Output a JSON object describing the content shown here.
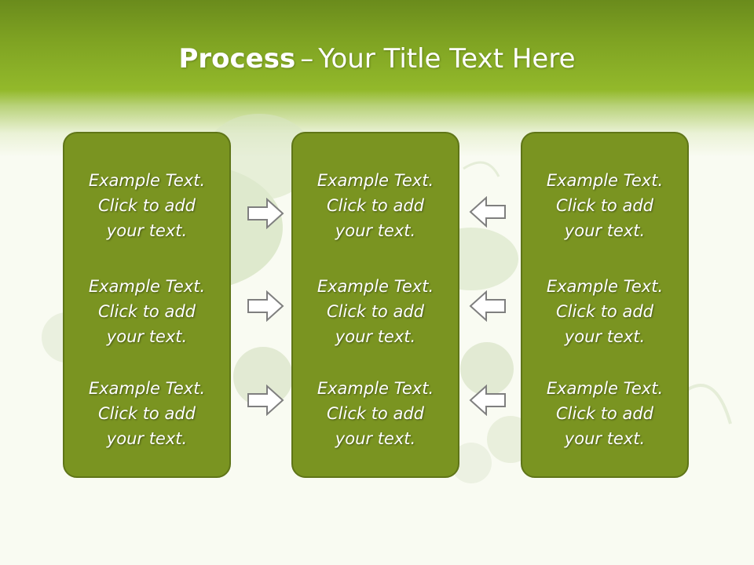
{
  "title": {
    "bold": "Process",
    "separator": "–",
    "rest": "Your Title Text Here"
  },
  "panels": [
    {
      "blocks": [
        {
          "line1": "Example Text.",
          "line2": "Click  to add",
          "line3": "your text."
        },
        {
          "line1": "Example Text.",
          "line2": "Click  to add",
          "line3": "your text."
        },
        {
          "line1": "Example Text.",
          "line2": "Click  to add",
          "line3": "your text."
        }
      ]
    },
    {
      "blocks": [
        {
          "line1": "Example Text.",
          "line2": "Click  to add",
          "line3": "your text."
        },
        {
          "line1": "Example Text.",
          "line2": "Click  to add",
          "line3": "your text."
        },
        {
          "line1": "Example Text.",
          "line2": "Click  to add",
          "line3": "your text."
        }
      ]
    },
    {
      "blocks": [
        {
          "line1": "Example Text.",
          "line2": "Click  to add",
          "line3": "your text."
        },
        {
          "line1": "Example Text.",
          "line2": "Click  to add",
          "line3": "your text."
        },
        {
          "line1": "Example Text.",
          "line2": "Click  to add",
          "line3": "your text."
        }
      ]
    }
  ],
  "colors": {
    "header": "#7ea222",
    "panel_fill": "#7a9421",
    "panel_border": "#5f7518",
    "arrow_fill": "#ffffff",
    "arrow_stroke": "#7f7f7f"
  },
  "icons": {
    "right_arrows": "arrow-right-icon",
    "left_arrows": "arrow-left-icon",
    "background": "grapes-illustration"
  }
}
